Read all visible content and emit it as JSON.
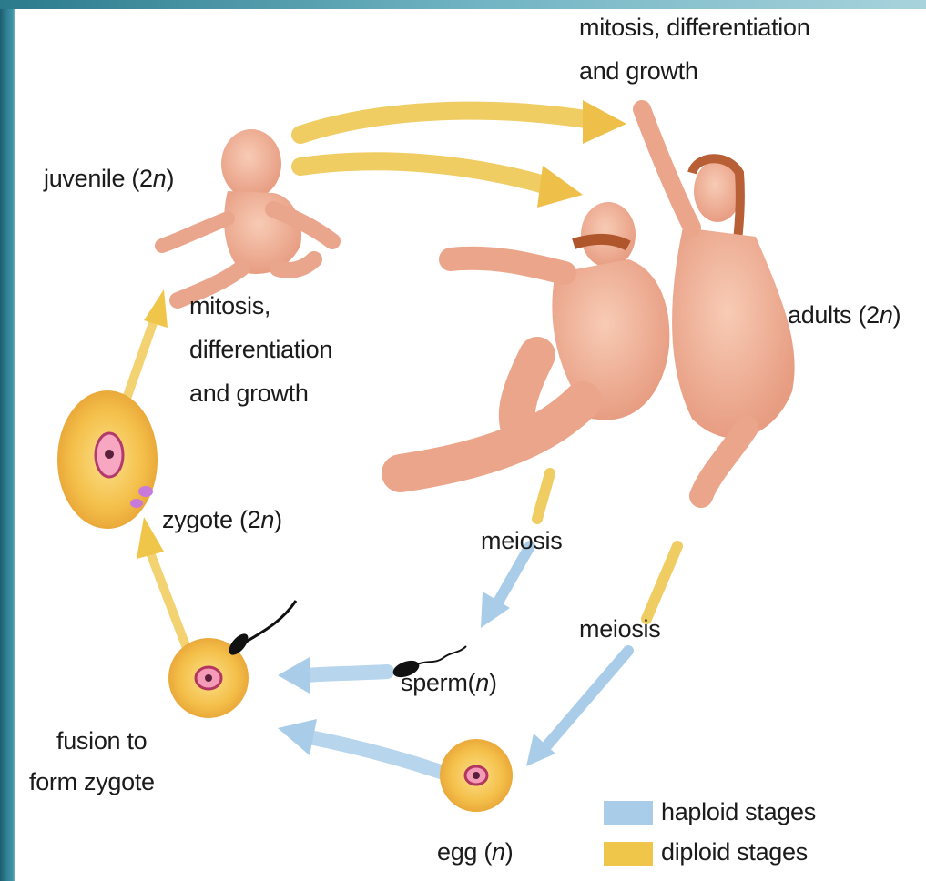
{
  "labels": {
    "mitosis_top_l1": "mitosis, differentiation",
    "mitosis_top_l2": "and growth",
    "juvenile_pre": "juvenile (2",
    "n": "n",
    "close": ")",
    "mitosis_left_l1": "mitosis,",
    "mitosis_left_l2": "differentiation",
    "mitosis_left_l3": "and growth",
    "adults_pre": "adults (2",
    "zygote_pre": "zygote (2",
    "meiosis_1": "meiosis",
    "meiosis_2": "meiosis",
    "sperm_pre": "sperm(",
    "egg_pre": "egg (",
    "fusion_l1": "fusion to",
    "fusion_l2": "form zygote"
  },
  "legend": [
    {
      "label": "haploid stages",
      "color": "#a9cde8"
    },
    {
      "label": "diploid stages",
      "color": "#f0c64a"
    }
  ],
  "colors": {
    "haploid_arrow": "#a9cde8",
    "diploid_arrow": "#f0c64a",
    "cell_fill": "#f5c24a",
    "skin": "#f2b8a0"
  }
}
